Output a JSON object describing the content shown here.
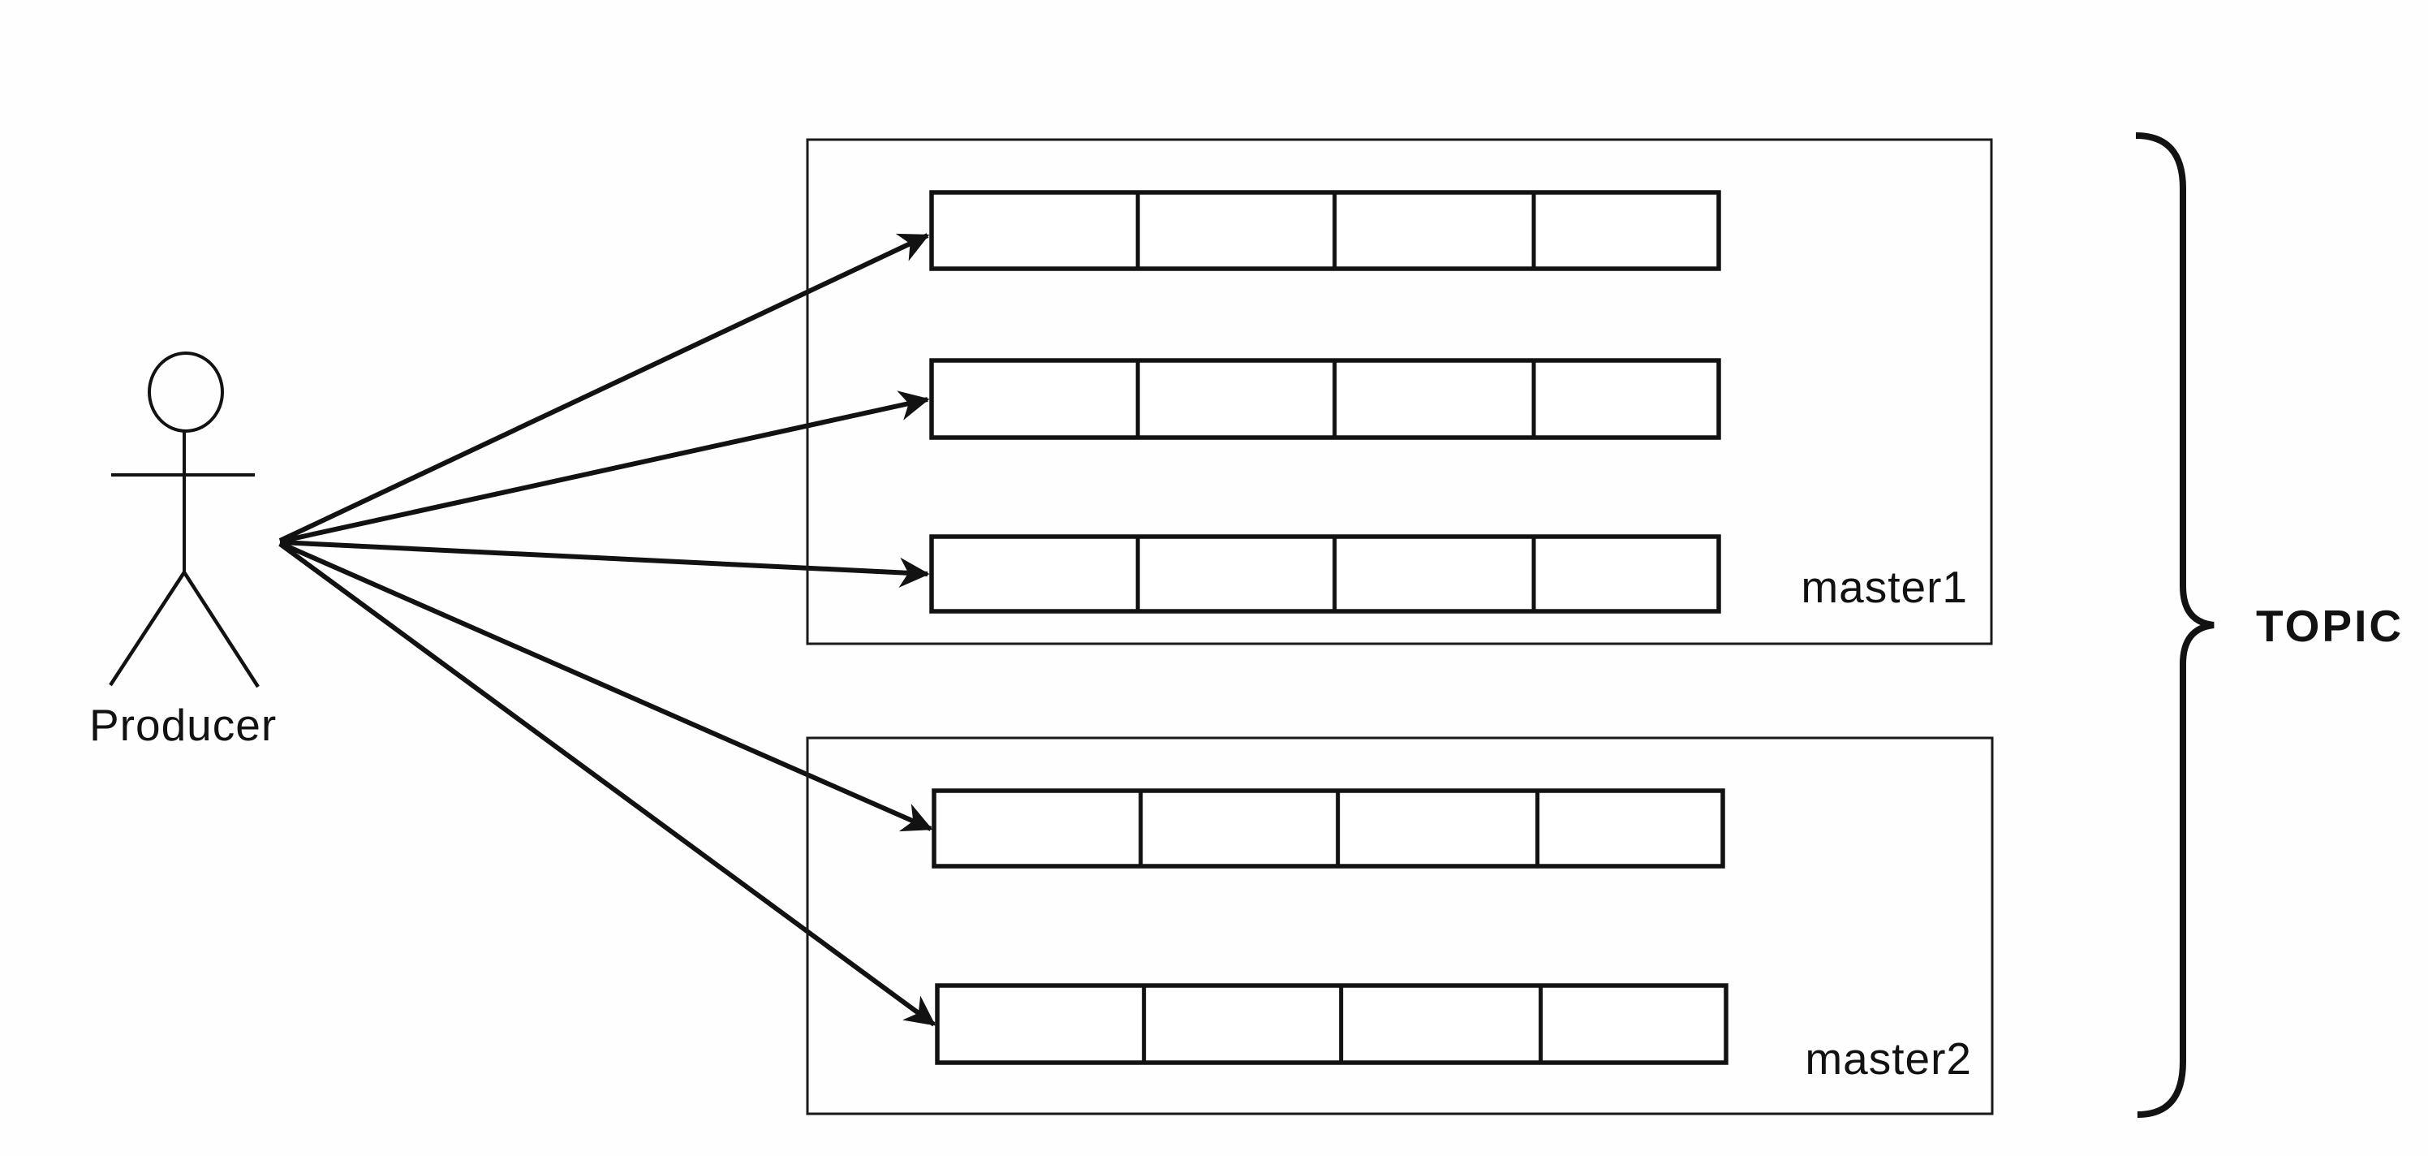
{
  "diagram": {
    "producer": {
      "label": "Producer"
    },
    "topic": {
      "label": "TOPIC"
    },
    "masters": [
      {
        "label": "master1",
        "partition_count": 3,
        "cells_per_partition": 4
      },
      {
        "label": "master2",
        "partition_count": 2,
        "cells_per_partition": 4
      }
    ],
    "arrow_count": 5,
    "colors": {
      "ink": "#121212",
      "background": "#fefefe"
    }
  }
}
